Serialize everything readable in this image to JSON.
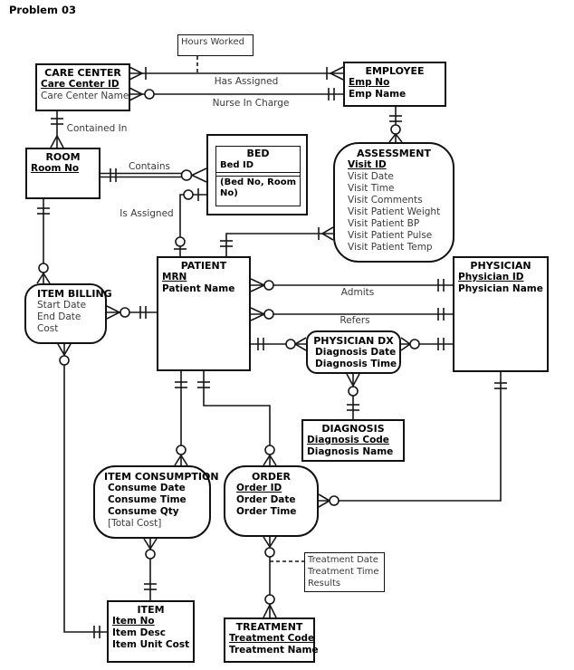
{
  "page": {
    "title": "Problem 03"
  },
  "entities": {
    "hours_worked": {
      "label": "Hours Worked"
    },
    "care_center": {
      "title": "CARE CENTER",
      "attr1": "Care Center ID",
      "attr2": "Care Center Name"
    },
    "employee": {
      "title": "EMPLOYEE",
      "attr1": "Emp No",
      "attr2": "Emp Name"
    },
    "room": {
      "title": "ROOM",
      "attr1": "Room No"
    },
    "bed": {
      "title": "BED",
      "attr1": "Bed ID",
      "attr2": "(Bed No, Room No)"
    },
    "assessment": {
      "title": "ASSESSMENT",
      "attr1": "Visit ID",
      "attr2": "Visit Date",
      "attr3": "Visit Time",
      "attr4": "Visit Comments",
      "attr5": "Visit Patient Weight",
      "attr6": "Visit Patient BP",
      "attr7": "Visit Patient Pulse",
      "attr8": "Visit Patient Temp"
    },
    "patient": {
      "title": "PATIENT",
      "attr1": "MRN",
      "attr2": "Patient Name"
    },
    "physician": {
      "title": "PHYSICIAN",
      "attr1": "Physician ID",
      "attr2": "Physician Name"
    },
    "item_billing": {
      "title": "ITEM BILLING",
      "attr1": "Start Date",
      "attr2": "End Date",
      "attr3": "Cost"
    },
    "physician_dx": {
      "title": "PHYSICIAN DX",
      "attr1": "Diagnosis Date",
      "attr2": "Diagnosis Time"
    },
    "diagnosis": {
      "title": "DIAGNOSIS",
      "attr1": "Diagnosis Code",
      "attr2": "Diagnosis Name"
    },
    "item_consumption": {
      "title": "ITEM CONSUMPTION",
      "attr1": "Consume Date",
      "attr2": "Consume Time",
      "attr3": "Consume Qty",
      "attr4": "[Total Cost]"
    },
    "order": {
      "title": "ORDER",
      "attr1": "Order ID",
      "attr2": "Order Date",
      "attr3": "Order Time"
    },
    "item": {
      "title": "ITEM",
      "attr1": "Item No",
      "attr2": "Item Desc",
      "attr3": "Item Unit Cost"
    },
    "treatment": {
      "title": "TREATMENT",
      "attr1": "Treatment Code",
      "attr2": "Treatment Name"
    },
    "treatment_attrs": {
      "attr1": "Treatment Date",
      "attr2": "Treatment Time",
      "attr3": "Results"
    }
  },
  "relationships": {
    "has_assigned": "Has Assigned",
    "nurse_in_charge": "Nurse In Charge",
    "contained_in": "Contained In",
    "contains": "Contains",
    "is_assigned": "Is Assigned",
    "admits": "Admits",
    "refers": "Refers"
  },
  "colors": {
    "line": "#161616",
    "background": "#ffffff",
    "text_plain": "#3a3a3a",
    "text_bold": "#000000"
  }
}
